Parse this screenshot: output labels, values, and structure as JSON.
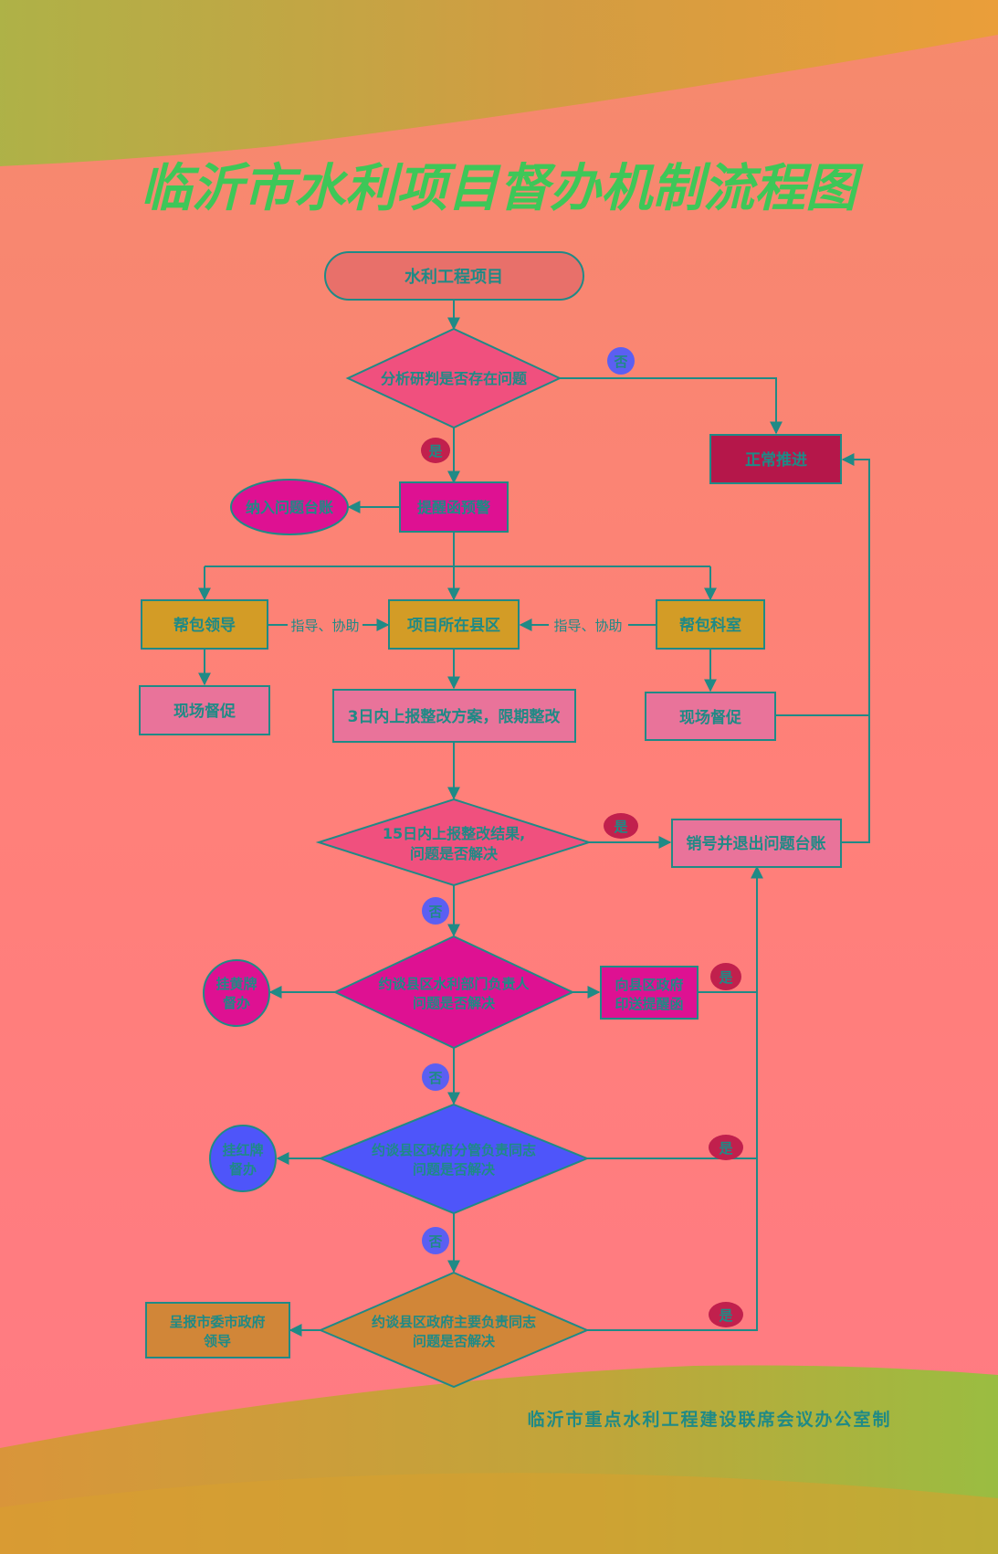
{
  "title": "临沂市水利项目督办机制流程图",
  "footer": "临沂市重点水利工程建设联席会议办公室制",
  "colors": {
    "title": "#3ec758",
    "line": "#1f8a86",
    "text": "#1f8a86",
    "start_fill": "#e8706a",
    "pink_diamond": "#f0507e",
    "rose_box": "#b5174a",
    "magenta": "#de1192",
    "gold": "#d39c26",
    "light_pink_box": "#e9739a",
    "blue": "#4e55fa",
    "orange": "#d18638",
    "badge_blue": "#5b5ff2",
    "badge_red": "#c1204d"
  },
  "nodes": {
    "start": "水利工程项目",
    "analyze": "分析研判是否存在问题",
    "normal": "正常推进",
    "alert": "提醒函预警",
    "ledger": "纳入问题台账",
    "leader": "帮包领导",
    "county": "项目所在县区",
    "section": "帮包科室",
    "onsite_left": "现场督促",
    "plan": "3日内上报整改方案，限期整改",
    "onsite_right": "现场督促",
    "result_line1": "15日内上报整改结果,",
    "result_line2": "问题是否解决",
    "close": "销号并退出问题台账",
    "talk1_line1": "约谈县区水利部门负责人",
    "talk1_line2": "问题是否解决",
    "yellow_line1": "挂黄牌",
    "yellow_line2": "督办",
    "letter_line1": "向县区政府",
    "letter_line2": "印送提醒函",
    "talk2_line1": "约谈县区政府分管负责同志",
    "talk2_line2": "问题是否解决",
    "red_line1": "挂红牌",
    "red_line2": "督办",
    "talk3_line1": "约谈县区政府主要负责同志",
    "talk3_line2": "问题是否解决",
    "report_line1": "呈报市委市政府",
    "report_line2": "领导"
  },
  "edges": {
    "guide_left": "指导、协助",
    "guide_right": "指导、协助"
  },
  "badges": {
    "no": "否",
    "yes": "是"
  }
}
